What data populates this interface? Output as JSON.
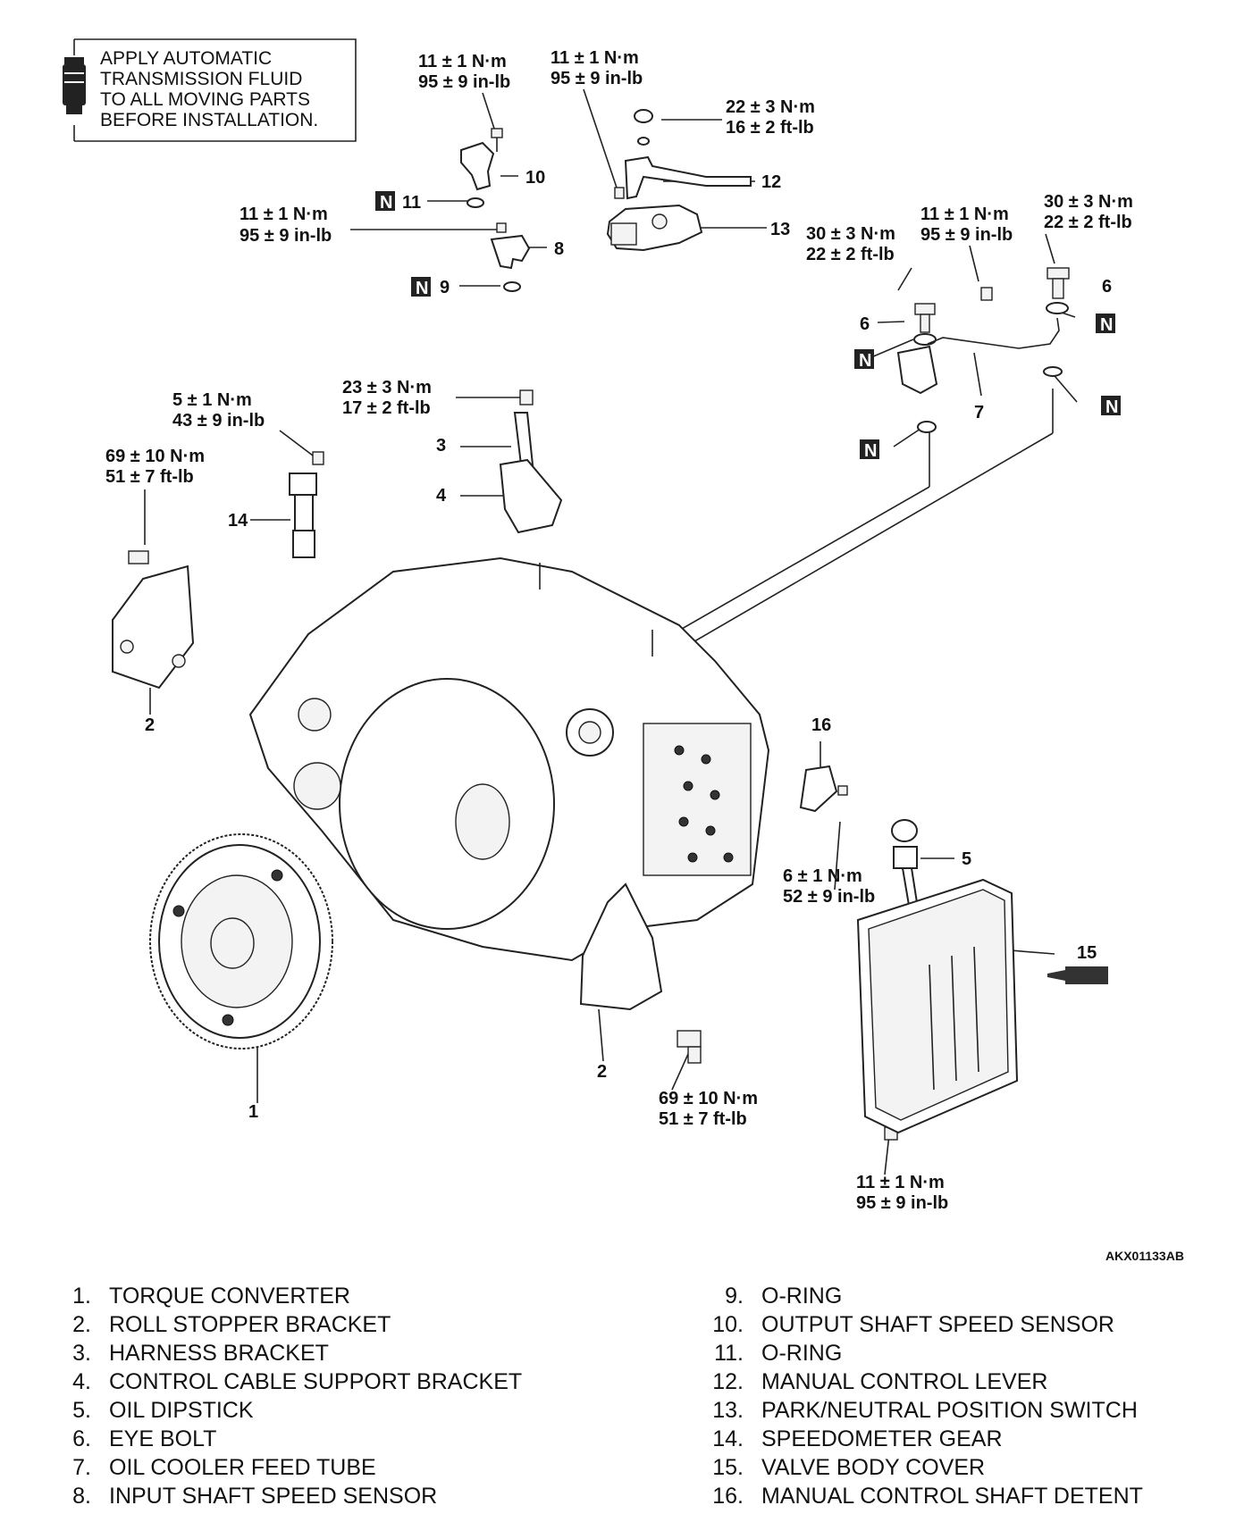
{
  "note": {
    "lines": [
      "APPLY AUTOMATIC",
      "TRANSMISSION FLUID",
      "TO ALL MOVING PARTS",
      "BEFORE INSTALLATION."
    ]
  },
  "new_marker": "N",
  "torques": {
    "t10a": "11 ± 1 N·m",
    "t10b": "95 ± 9 in-lb",
    "t12a": "11 ± 1 N·m",
    "t12b": "95 ± 9 in-lb",
    "t12nut_a": "22 ± 3 N·m",
    "t12nut_b": "16 ± 2 ft-lb",
    "t8a": "11 ± 1 N·m",
    "t8b": "95 ± 9 in-lb",
    "t6l_a": "30 ± 3 N·m",
    "t6l_b": "22 ± 2 ft-lb",
    "t7a": "11 ± 1 N·m",
    "t7b": "95 ± 9 in-lb",
    "t6r_a": "30 ± 3 N·m",
    "t6r_b": "22 ± 2 ft-lb",
    "t3a": "23 ± 3 N·m",
    "t3b": "17 ± 2 ft-lb",
    "t14a": "5 ± 1 N·m",
    "t14b": "43 ± 9 in-lb",
    "t2a": "69 ± 10 N·m",
    "t2b": "51 ± 7 ft-lb",
    "t16a": "6 ± 1 N·m",
    "t16b": "52 ± 9 in-lb",
    "t2ba": "69 ± 10 N·m",
    "t2bb": "51 ± 7 ft-lb",
    "t15a": "11 ± 1 N·m",
    "t15b": "95 ± 9 in-lb"
  },
  "callouts": {
    "c1": "1",
    "c2a": "2",
    "c2b": "2",
    "c3": "3",
    "c4": "4",
    "c5": "5",
    "c6a": "6",
    "c6b": "6",
    "c7": "7",
    "c8": "8",
    "c9": "9",
    "c10": "10",
    "c11": "11",
    "c12": "12",
    "c13": "13",
    "c14": "14",
    "c15": "15",
    "c16": "16"
  },
  "figure_code": "AKX01133AB",
  "legend": {
    "left": [
      {
        "num": "1.",
        "text": "TORQUE CONVERTER"
      },
      {
        "num": "2.",
        "text": "ROLL STOPPER BRACKET"
      },
      {
        "num": "3.",
        "text": "HARNESS BRACKET"
      },
      {
        "num": "4.",
        "text": "CONTROL CABLE SUPPORT BRACKET"
      },
      {
        "num": "5.",
        "text": "OIL DIPSTICK"
      },
      {
        "num": "6.",
        "text": "EYE BOLT"
      },
      {
        "num": "7.",
        "text": "OIL COOLER FEED TUBE"
      },
      {
        "num": "8.",
        "text": "INPUT SHAFT SPEED SENSOR"
      }
    ],
    "right": [
      {
        "num": "9.",
        "text": "O-RING"
      },
      {
        "num": "10.",
        "text": "OUTPUT SHAFT SPEED SENSOR"
      },
      {
        "num": "11.",
        "text": "O-RING"
      },
      {
        "num": "12.",
        "text": "MANUAL CONTROL LEVER"
      },
      {
        "num": "13.",
        "text": "PARK/NEUTRAL POSITION SWITCH"
      },
      {
        "num": "14.",
        "text": "SPEEDOMETER GEAR"
      },
      {
        "num": "15.",
        "text": "VALVE BODY COVER"
      },
      {
        "num": "16.",
        "text": "MANUAL CONTROL SHAFT DETENT"
      }
    ]
  }
}
